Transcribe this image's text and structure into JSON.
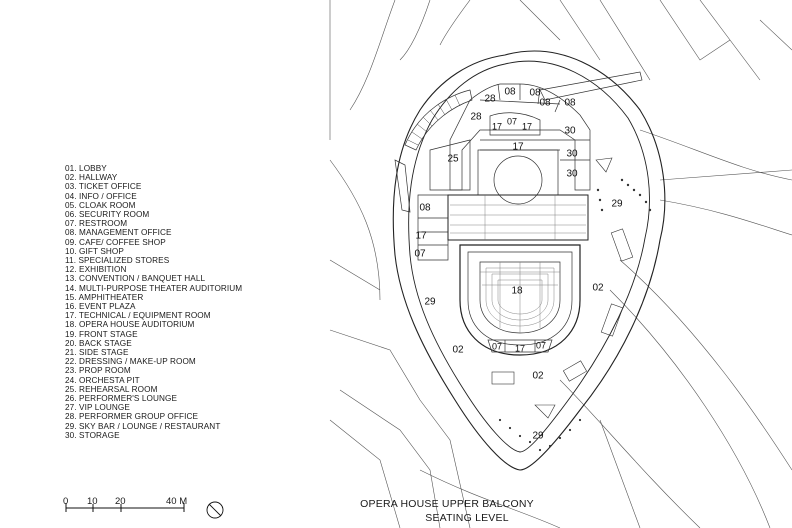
{
  "legend": [
    "01. LOBBY",
    "02. HALLWAY",
    "03. TICKET OFFICE",
    "04. INFO / OFFICE",
    "05. CLOAK ROOM",
    "06. SECURITY ROOM",
    "07. RESTROOM",
    "08. MANAGEMENT OFFICE",
    "09. CAFE/ COFFEE SHOP",
    "10. GIFT SHOP",
    "11. SPECIALIZED STORES",
    "12. EXHIBITION",
    "13. CONVENTION / BANQUET HALL",
    "14. MULTI-PURPOSE THEATER AUDITORIUM",
    "15. AMPHITHEATER",
    "16. EVENT PLAZA",
    "17. TECHNICAL / EQUIPMENT ROOM",
    "18. OPERA HOUSE AUDITORIUM",
    "19. FRONT STAGE",
    "20. BACK STAGE",
    "21. SIDE STAGE",
    "22. DRESSING / MAKE-UP ROOM",
    "23. PROP ROOM",
    "24. ORCHESTA PIT",
    "25. REHEARSAL ROOM",
    "26. PERFORMER'S LOUNGE",
    "27. VIP LOUNGE",
    "28. PERFORMER GROUP OFFICE",
    "29. SKY BAR / LOUNGE / RESTAURANT",
    "30. STORAGE"
  ],
  "scale": {
    "labels": [
      "0",
      "10",
      "20",
      "40 M"
    ]
  },
  "title": {
    "line1": "OPERA HOUSE UPPER BALCONY",
    "line2": "SEATING LEVEL"
  },
  "rooms": {
    "r08a": "08",
    "r08b": "08",
    "r08c": "08",
    "r08d": "08",
    "r28a": "28",
    "r28b": "28",
    "r17a": "17",
    "r07a": "07",
    "r17b": "17",
    "r17c": "17",
    "r30a": "30",
    "r30b": "30",
    "r30c": "30",
    "r25": "25",
    "r29a": "29",
    "r29b": "29",
    "r29c": "29",
    "r08e": "08",
    "r17d": "17",
    "r07b": "07",
    "r18": "18",
    "r02a": "02",
    "r02b": "02",
    "r02c": "02",
    "r07c": "07",
    "r17e": "17",
    "r07d": "07"
  }
}
